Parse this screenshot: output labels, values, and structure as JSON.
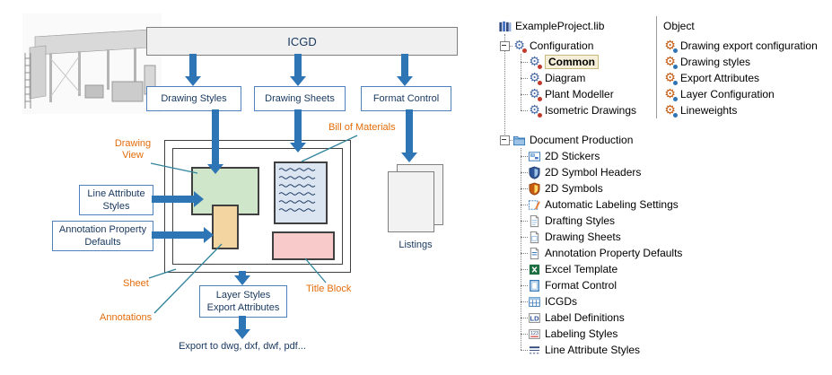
{
  "diagram": {
    "icgd_label": "ICGD",
    "flow_boxes": {
      "drawing_styles": "Drawing Styles",
      "drawing_sheets": "Drawing Sheets",
      "format_control": "Format Control",
      "line_attribute_styles": "Line Attribute\nStyles",
      "annotation_property_defaults": "Annotation Property\nDefaults",
      "layer_styles_export_attributes": "Layer Styles\nExport Attributes"
    },
    "callouts": {
      "drawing_view": "Drawing\nView",
      "bill_of_materials": "Bill of Materials",
      "sheet": "Sheet",
      "annotations": "Annotations",
      "title_block": "Title Block"
    },
    "listings_label": "Listings",
    "export_caption": "Export to dwg, dxf, dwf, pdf...",
    "colors": {
      "arrow_blue": "#2e75b6",
      "callout_orange": "#e36c0a",
      "callout_line_teal": "#31849b",
      "box_border_blue": "#4f81bd",
      "box_text_navy": "#17375e",
      "drawing_view_green": "#cfe6cb",
      "bom_blue": "#dbe5f1",
      "annotations_tan": "#f2d5a0",
      "title_block_pink": "#f8caca"
    }
  },
  "tree": {
    "root_label": "ExampleProject.lib",
    "nodes": [
      {
        "label": "Configuration",
        "children": [
          {
            "label": "Common",
            "selected": true
          },
          {
            "label": "Diagram"
          },
          {
            "label": "Plant Modeller"
          },
          {
            "label": "Isometric Drawings"
          }
        ]
      },
      {
        "label": "Document Production",
        "children": [
          {
            "label": "2D Stickers"
          },
          {
            "label": "2D Symbol Headers"
          },
          {
            "label": "2D Symbols"
          },
          {
            "label": "Automatic Labeling Settings"
          },
          {
            "label": "Drafting Styles"
          },
          {
            "label": "Drawing Sheets"
          },
          {
            "label": "Annotation Property Defaults"
          },
          {
            "label": "Excel Template"
          },
          {
            "label": "Format Control"
          },
          {
            "label": "ICGDs"
          },
          {
            "label": "Label Definitions"
          },
          {
            "label": "Labeling Styles"
          },
          {
            "label": "Line Attribute Styles"
          }
        ]
      }
    ]
  },
  "object_panel": {
    "header": "Object",
    "items": [
      {
        "label": "Drawing export configuration"
      },
      {
        "label": "Drawing styles"
      },
      {
        "label": "Export Attributes"
      },
      {
        "label": "Layer Configuration"
      },
      {
        "label": "Lineweights"
      }
    ]
  }
}
